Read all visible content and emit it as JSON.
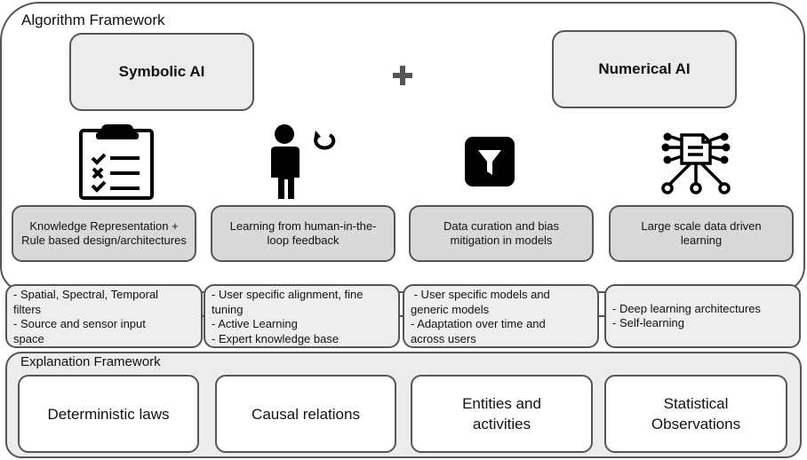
{
  "algorithm_framework": {
    "title": "Algorithm Framework",
    "symbolic_ai": "Symbolic AI",
    "operator": "+",
    "numerical_ai": "Numerical AI",
    "icons": [
      "clipboard-checklist-icon",
      "human-feedback-loop-icon",
      "filter-icon",
      "data-network-icon"
    ],
    "categories": [
      "Knowledge Representation + Rule based design/architectures",
      "Learning from human-in-the-loop feedback",
      "Data curation and bias mitigation in models",
      "Large scale data driven learning"
    ],
    "details": [
      [
        "- Spatial, Spectral, Temporal",
        "filters",
        "- Source and sensor input",
        "space"
      ],
      [
        "- User specific alignment, fine",
        "tuning",
        "- Active Learning",
        "- Expert knowledge base"
      ],
      [
        " - User specific models and",
        "generic models",
        "- Adaptation over time and",
        "across users"
      ],
      [
        "- Deep learning architectures",
        "- Self-learning"
      ]
    ]
  },
  "explanation_framework": {
    "title": "Explanation Framework",
    "items": [
      "Deterministic laws",
      "Causal relations",
      "Entities and activities",
      "Statistical Observations"
    ]
  }
}
